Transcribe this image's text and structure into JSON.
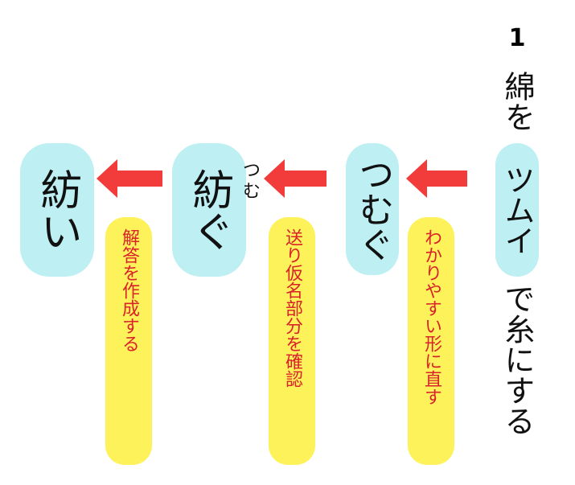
{
  "question": {
    "number": "1",
    "sentence_before": "綿を",
    "target_katakana": "ツムイ",
    "sentence_after": "で糸にする"
  },
  "steps": [
    {
      "answer": "つむぐ",
      "note": "わかりやすい形に直す"
    },
    {
      "answer": "紡ぐ",
      "reading": [
        "つ",
        "む"
      ],
      "note": "送り仮名部分を確認"
    },
    {
      "answer": "紡い",
      "note": "解答を作成する"
    }
  ],
  "colors": {
    "box_cyan": "#bdeff3",
    "note_yellow": "#fef25a",
    "note_text_red": "#d9232a",
    "arrow_red": "#f23b3b"
  },
  "icons": {
    "arrow": "left-arrow-icon"
  }
}
